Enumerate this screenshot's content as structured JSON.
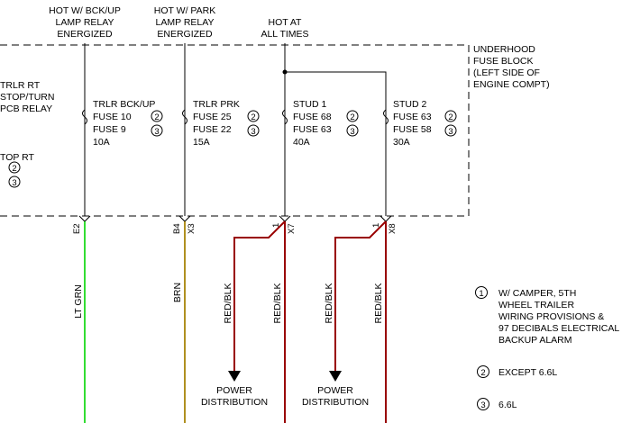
{
  "sources": {
    "backup": [
      "HOT W/ BCK/UP",
      "LAMP RELAY",
      "ENERGIZED"
    ],
    "park": [
      "HOT W/ PARK",
      "LAMP RELAY",
      "ENERGIZED"
    ],
    "always": [
      "HOT AT",
      "ALL TIMES"
    ]
  },
  "fuse_block": [
    "UNDERHOOD",
    "FUSE BLOCK",
    "(LEFT SIDE OF",
    "ENGINE COMPT)"
  ],
  "relay_label": [
    "TRLR RT",
    "STOP/TURN",
    "PCB RELAY"
  ],
  "left_stub": "TOP RT",
  "fuses": [
    {
      "name": "TRLR BCK/UP",
      "lines": [
        "FUSE 10",
        "FUSE 9"
      ],
      "rating": "10A",
      "conn": "E2",
      "pin": ""
    },
    {
      "name": "TRLR PRK",
      "lines": [
        "FUSE 25",
        "FUSE 22"
      ],
      "rating": "15A",
      "conn": "B4",
      "pin": "X3"
    },
    {
      "name": "STUD 1",
      "lines": [
        "FUSE 68",
        "FUSE 63"
      ],
      "rating": "40A",
      "conn": "1",
      "pin": "X7"
    },
    {
      "name": "STUD 2",
      "lines": [
        "FUSE 63",
        "FUSE 58"
      ],
      "rating": "30A",
      "conn": "1",
      "pin": "X8"
    }
  ],
  "wires": [
    "LT GRN",
    "BRN",
    "RED/BLK",
    "RED/BLK",
    "RED/BLK",
    "RED/BLK"
  ],
  "power_dist": [
    "POWER",
    "DISTRIBUTION"
  ],
  "notes": [
    {
      "num": "1",
      "lines": [
        "W/ CAMPER, 5TH",
        "WHEEL TRAILER",
        "WIRING PROVISIONS &",
        "97 DECIBALS ELECTRICAL",
        "BACKUP ALARM"
      ]
    },
    {
      "num": "2",
      "lines": [
        "EXCEPT 6.6L"
      ]
    },
    {
      "num": "3",
      "lines": [
        "6.6L"
      ]
    }
  ],
  "markers": {
    "two": "2",
    "three": "3"
  },
  "colors": {
    "lt_grn": "#33dd33",
    "brn": "#b09020",
    "red_blk": "#990000",
    "line": "#000000"
  }
}
